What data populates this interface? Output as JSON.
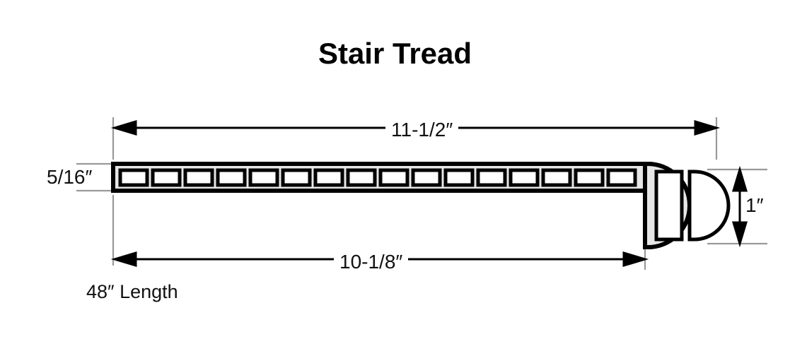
{
  "drawing": {
    "title": "Stair Tread",
    "product": "Stair Tread",
    "dimensions": {
      "overall_width": "11-1/2″",
      "tread_depth": "10-1/8″",
      "thickness": "5/16″",
      "nose_height": "1″",
      "length_note": "48″ Length"
    },
    "geometry": {
      "chamber_count": 16,
      "nose_shape": "bullnose",
      "nose_voids": 2
    },
    "colors": {
      "outline": "#000000",
      "body_fill": "#e6e6e6",
      "void_fill": "#ffffff",
      "extension_line": "#999999",
      "text": "#111111",
      "background": "#ffffff"
    }
  }
}
